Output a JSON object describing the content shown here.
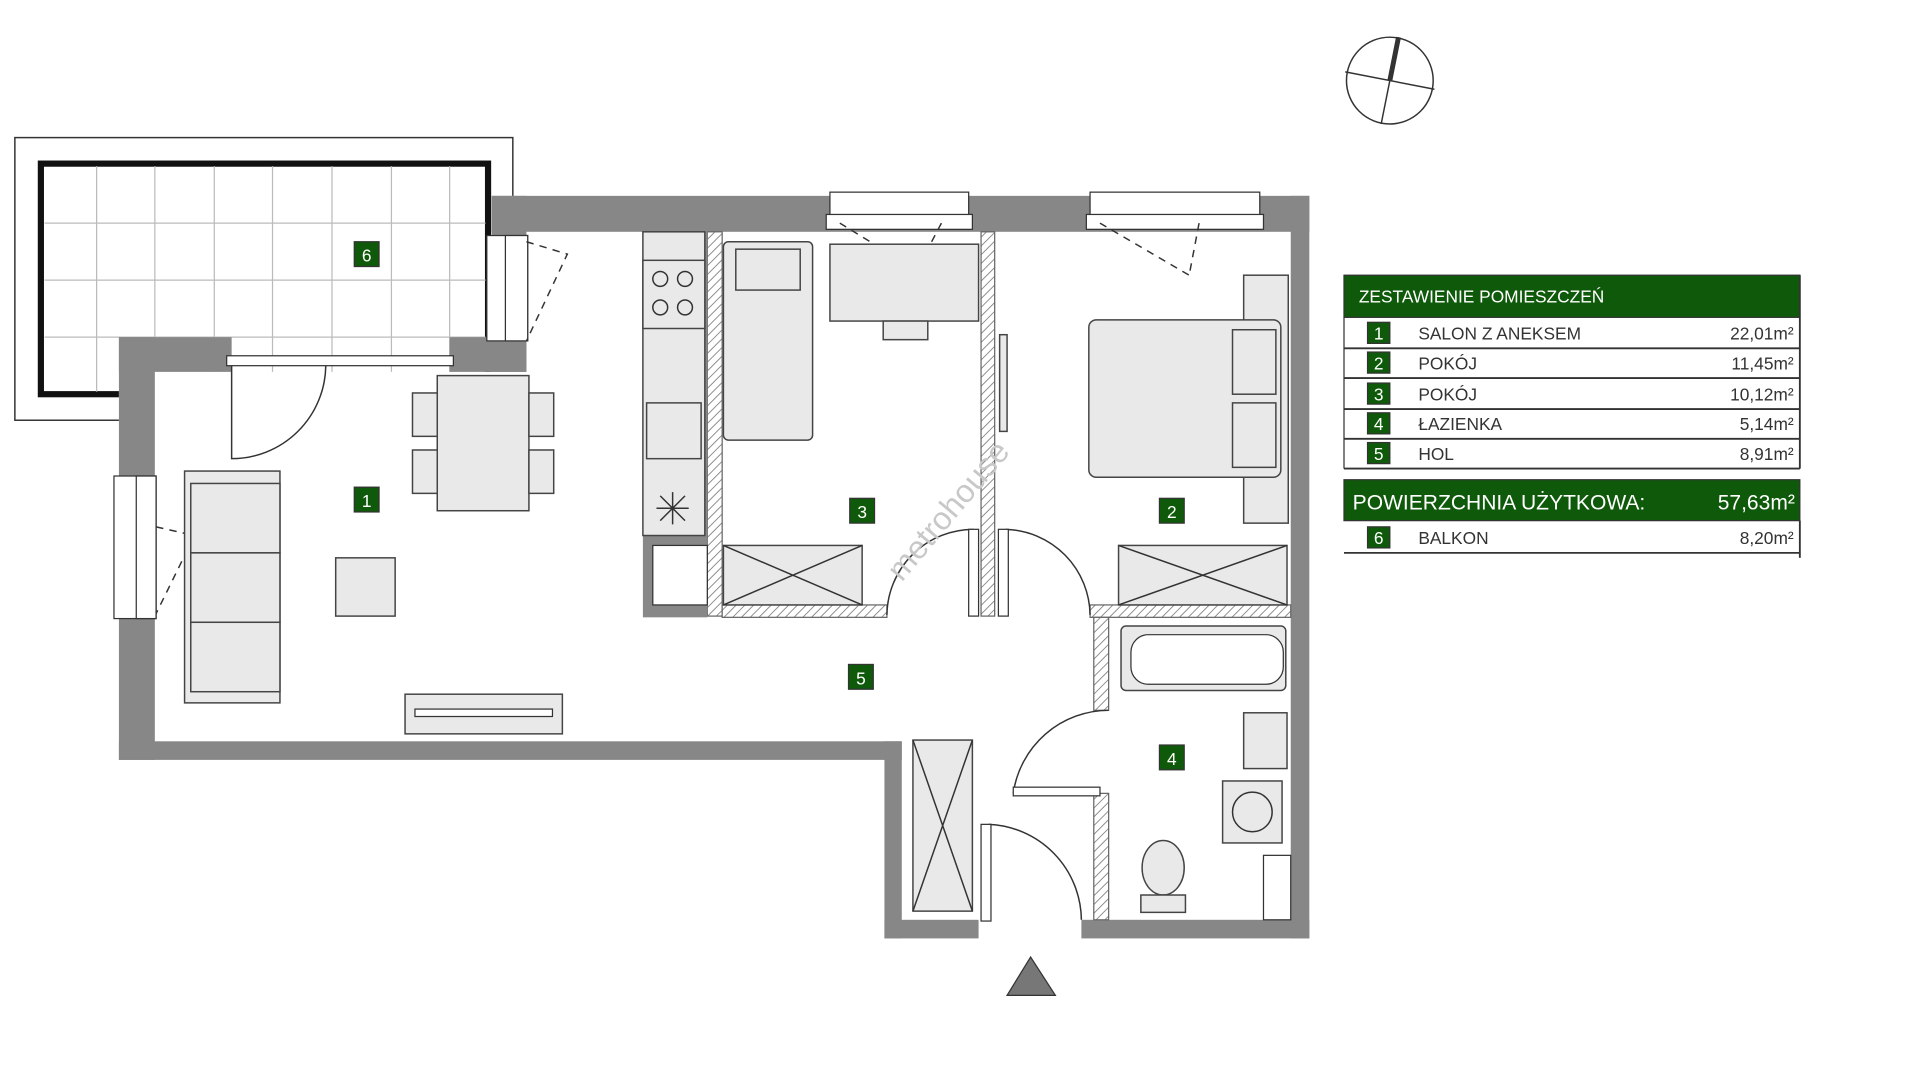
{
  "plan": {
    "room_tags": {
      "r1": "1",
      "r2": "2",
      "r3": "3",
      "r4": "4",
      "r5": "5",
      "r6": "6"
    },
    "watermark": "metrohouse"
  },
  "table": {
    "title": "ZESTAWIENIE POMIESZCZEŃ",
    "rows": [
      {
        "num": "1",
        "name": "SALON Z ANEKSEM",
        "area": "22,01m²"
      },
      {
        "num": "2",
        "name": "POKÓJ",
        "area": "11,45m²"
      },
      {
        "num": "3",
        "name": "POKÓJ",
        "area": "10,12m²"
      },
      {
        "num": "4",
        "name": "ŁAZIENKA",
        "area": "5,14m²"
      },
      {
        "num": "5",
        "name": "HOL",
        "area": "8,91m²"
      }
    ],
    "total_label": "POWIERZCHNIA UŻYTKOWA:",
    "total_value": "57,63m²",
    "extra": {
      "num": "6",
      "name": "BALKON",
      "area": "8,20m²"
    }
  },
  "colors": {
    "green": "#0f5a0a",
    "wall": "#878787"
  }
}
